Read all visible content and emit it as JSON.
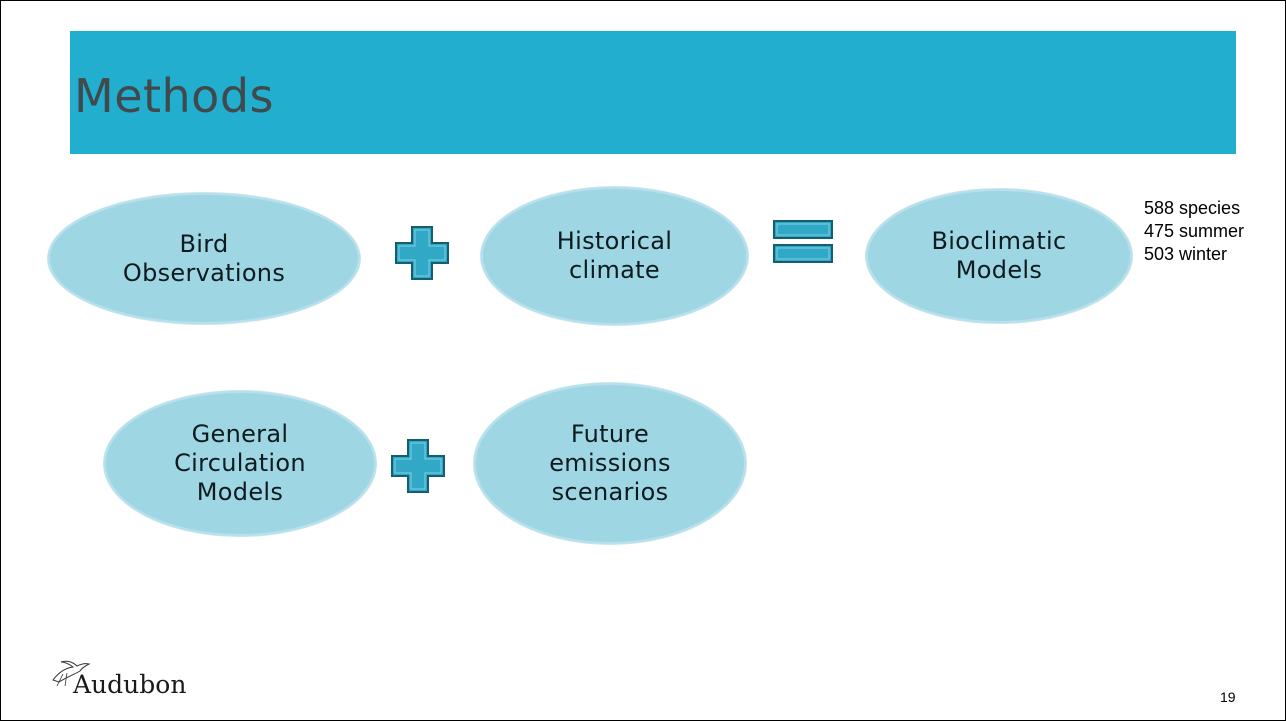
{
  "slide": {
    "title": "Methods",
    "page_number": "19"
  },
  "row1": {
    "oval1": "Bird\nObservations",
    "oval2": "Historical\nclimate",
    "oval3": "Bioclimatic\nModels",
    "operator1": "plus",
    "operator2": "equals"
  },
  "stats": {
    "line1": "588 species",
    "line2": "475 summer",
    "line3": "503 winter"
  },
  "row2": {
    "oval1": "General\nCirculation\nModels",
    "oval2": "Future\nemissions\nscenarios",
    "operator1": "plus"
  },
  "logo": {
    "text": "Audubon",
    "icon": "bird-icon"
  },
  "colors": {
    "title_bar": "#21aecf",
    "oval_fill": "#9fd6e4",
    "operator_fill": "#31a9c6",
    "operator_stroke": "#145e70"
  }
}
